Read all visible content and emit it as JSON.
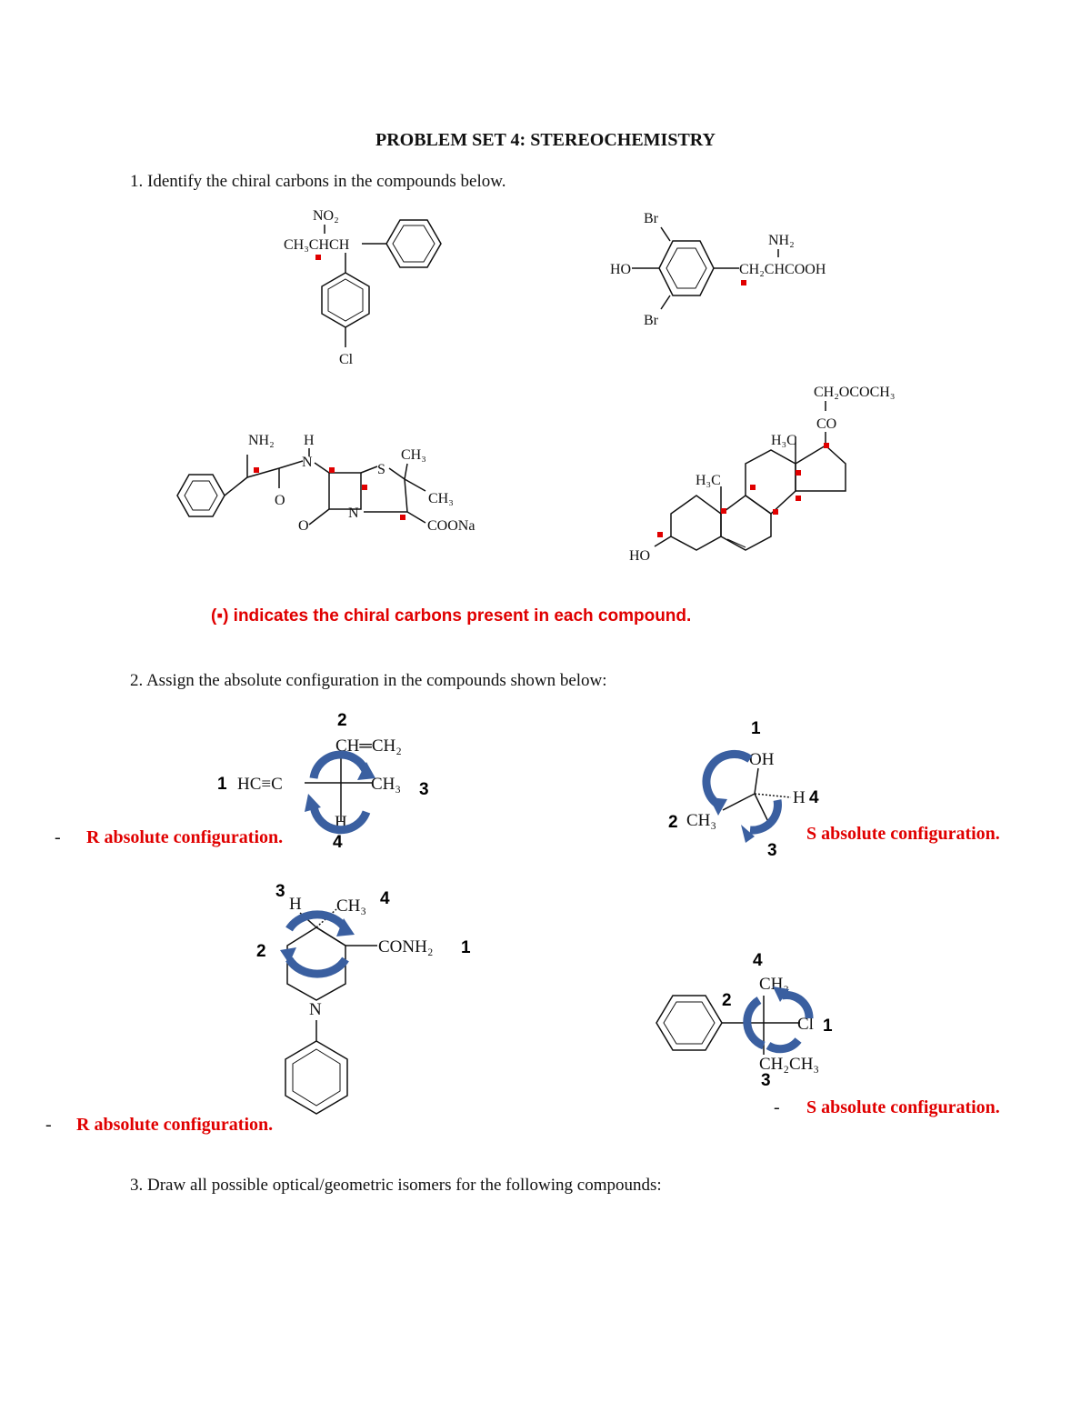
{
  "title": "PROBLEM SET 4: STEREOCHEMISTRY",
  "q1": {
    "prompt": "1. Identify the chiral carbons in the compounds below.",
    "note": "(▪) indicates the chiral carbons present in each compound."
  },
  "q2": {
    "prompt": "2. Assign the absolute configuration in the compounds shown below:",
    "dash": "-",
    "answers": [
      "R absolute configuration.",
      "S absolute configuration.",
      "R absolute configuration.",
      "S absolute configuration."
    ]
  },
  "q3": {
    "prompt": "3. Draw all possible optical/geometric isomers for the following compounds:"
  },
  "labels": {
    "no2": "NO₂",
    "ch3chch": "CH₃CHCH",
    "cl": "Cl",
    "br": "Br",
    "ho": "HO",
    "nh2": "NH₂",
    "ch2chcooh": "CH₂CHCOOH",
    "h": "H",
    "n": "N",
    "s": "S",
    "o": "O",
    "ch3": "CH₃",
    "coona": "COONa",
    "ch2ococh3": "CH₂OCOCH₃",
    "co": "CO",
    "h3c": "H₃C",
    "ch_ch2": "CH═CH₂",
    "hcc": "HC≡C",
    "oh": "OH",
    "conh2": "CONH₂",
    "ch2ch3": "CH₂CH₃"
  },
  "ranks": {
    "one": "1",
    "two": "2",
    "three": "3",
    "four": "4"
  },
  "colors": {
    "accent_red": "#e00000",
    "arrow_blue": "#3a5fa0"
  }
}
